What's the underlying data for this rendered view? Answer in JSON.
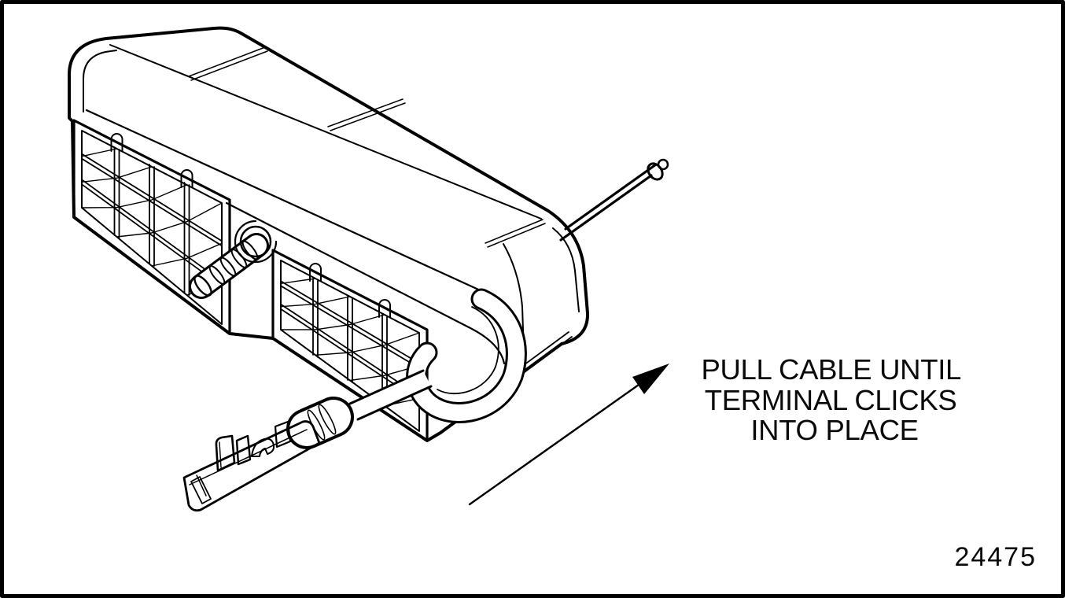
{
  "figure": {
    "type": "technical-illustration",
    "subject": "wiring-harness-connector-terminal-seating",
    "annotation": {
      "line1": "PULL CABLE UNTIL",
      "line2": "TERMINAL CLICKS",
      "line3": "INTO PLACE"
    },
    "figure_number": "24475",
    "icons": {
      "arrow": "pull-direction-arrow"
    },
    "colors": {
      "line": "#000000",
      "background": "#ffffff"
    }
  }
}
